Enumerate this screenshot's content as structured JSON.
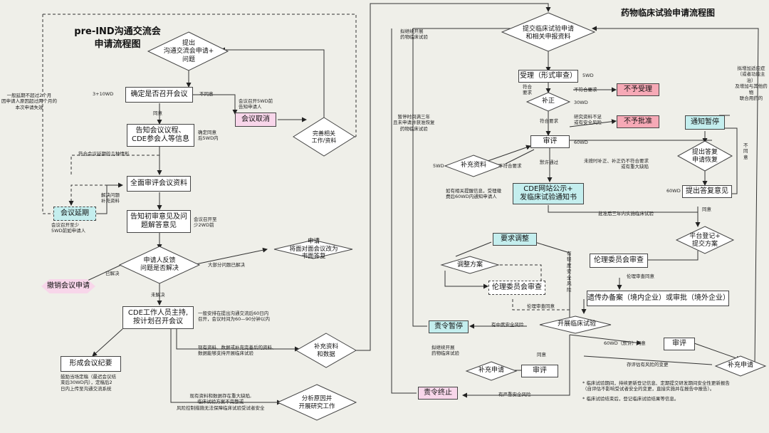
{
  "left_title": "pre-IND沟通交流会\n申请流程图",
  "right_title": "药物临床试验申请流程图",
  "left": {
    "submit": "提出\n沟通交流会申请+\n问题",
    "decide": "确定是否召开会议",
    "notify": "告知会议议程、\nCDE参会人等信息",
    "review": "全面审评会议资料",
    "prelim": "告知初审意见及问\n题解答意见",
    "feedback": "申请人反馈\n问题是否解决",
    "host": "CDE工作人员主持,\n按计划召开会议",
    "minutes": "形成会议纪要",
    "delay": "会议延期",
    "cancel": "会议取消",
    "improve": "完善相关\n工作/资料",
    "withdraw": "撤销会议申请",
    "written": "申请\n将面对面会议改为\n书面答复",
    "supplement": "补充资料\n和数据",
    "analyze": "分析原因并\n开展研究工作"
  },
  "left_labels": {
    "wd310": "3+10WD",
    "disagree": "不同意",
    "agree": "同意",
    "cancel_note": "会议召开5WD前\n告知申请人",
    "confirm_note": "确定同意\n后5WD内",
    "delay_cases": "符合会议延期的几种情形",
    "delay_limit": "一般延期不超过2个月\n因申请人原因超过两个月的\n本次申请失效",
    "delay_note": "会议召开至少\n5WD前如申请人",
    "solve_note": "解决问题\n补充资料",
    "prelim_note": "会议召开至\n少2WD前",
    "solved": "已解决",
    "partly": "大部分问题已解决",
    "unsolved": "未解决",
    "host_note": "一般安排在提出沟通交流后60日内\n召开，会议时间为60—90分钟以内",
    "minutes_note": "鼓励当场定稿（最迟会议结\n束后30WD内），定稿后2\n日内上传至沟通交流系统",
    "data_note": "现有资料、数据或补充完善后的资料、\n数据能够支持开展临床试验",
    "risk_note": "现有资料和数据存在重大缺陷,\n临床试验方案不完整或\n风险控制措施无法保障临床试验受试者安全"
  },
  "right": {
    "submit": "提交临床试验申请\n和相关申报资料",
    "accept": "受理（形式审查）",
    "correct": "补正",
    "reject": "不予受理",
    "deny": "不予批准",
    "evaluate": "审评",
    "supplement": "补充资料",
    "publish": "CDE网站公示+\n发临床试验通知书",
    "suspend_notice": "通知暂停",
    "reply_resume": "提出答复\n申请恢复",
    "reply_opinion": "提出答复意见",
    "register": "平台登记+\n提交方案",
    "require_adjust": "要求调整",
    "adjust_plan": "调整方案",
    "ethics_review": "伦理委员会审查",
    "ethics2": "伦理委员会审查",
    "genetic": "遗传办备案（境内企业）或审批（境外企业）",
    "conduct": "开展临床试验",
    "order_suspend": "责令暂停",
    "order_terminate": "责令终止",
    "supp_apply": "补充申请",
    "eval2": "审评",
    "eval3": "审评",
    "supp_apply2": "补充申请"
  },
  "right_labels": {
    "continue": "拟继续开展\n药物临床试验",
    "wd5a": "5WD",
    "ok": "符合\n要求",
    "not_ok": "不符合要求",
    "wd30": "30WD",
    "ok2": "符合要求",
    "risk": "研究资料不足\n或有安全风险",
    "wd60": "60WD",
    "wd5b": "5WD",
    "not_ok2": "不符合要求",
    "default_pass": "默许通过",
    "no_supp": "未按时补正、补正仍不符合要求\n或有重大缺陷",
    "has_info": "如有相关提醒信息，受理缴\n费后60WD内通知申请人",
    "wd60b": "60WD",
    "agree": "同意",
    "no_agree": "不\n同\n意",
    "expire": "批准后三年内实施临床试验",
    "suspend_three": "暂停时间满三年\n且未申请并获准恢复\n药物临床试验",
    "add_indication": "拟增加适应症\n（或者功能主治）\n及增加与其他药物\n联合用药的",
    "ethics_ok": "伦理审查同意",
    "light_risk": "有\n轻\n度\n安\n全\n风\n险",
    "ethics_ok2": "伦理审查同意",
    "safety_issue": "有中度安全风险",
    "continue2": "拟继续开展\n药物临床试验",
    "agree2": "同意",
    "wd60c": "60WD（默许）同意",
    "eval_change": "存评估有风险的变更",
    "severe": "有严重安全风险",
    "note1": "* 临床试验期间，持续更新登记信息、定期提交研发期间安全性更新报告\n（自评估不影响受试者安全的变更，直接实施并在报告中报告）。",
    "note2": "* 临床试验结束后，登记临床试验结果等信息。"
  }
}
